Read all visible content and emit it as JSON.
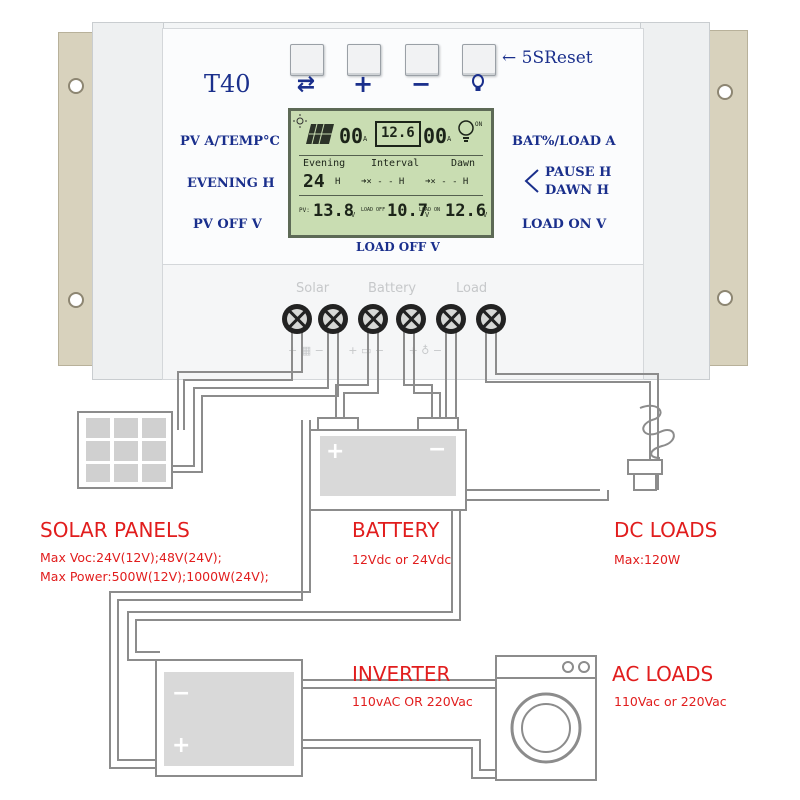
{
  "controller": {
    "model": "T40",
    "reset_hint": "← 5SReset",
    "buttons": [
      {
        "name": "mode",
        "symbol": "⇄"
      },
      {
        "name": "plus",
        "symbol": "+"
      },
      {
        "name": "minus",
        "symbol": "−"
      },
      {
        "name": "light",
        "symbol": "💡"
      }
    ],
    "left_labels": [
      "PV A/TEMP°C",
      "EVENING H",
      "PV OFF V"
    ],
    "right_labels": [
      "BAT%/LOAD A",
      "PAUSE H",
      "DAWN H",
      "LOAD ON V"
    ],
    "bottom_label": "LOAD OFF V",
    "lcd": {
      "row1": {
        "left": "00",
        "left_unit": "A",
        "center": "12.6",
        "right": "00",
        "right_unit": "A",
        "status": "ON"
      },
      "row2": {
        "c1": "Evening",
        "c2": "Interval",
        "c3": "Dawn"
      },
      "row3": {
        "c1": "24",
        "c1_unit": "H",
        "c2": "➜× - - H",
        "c3": "➜× - - H"
      },
      "row4": {
        "pv_label": "PV:",
        "pv": "13.8",
        "pv_unit": "V",
        "lo_label": "LOAD OFF",
        "lo": "10.7",
        "lo_unit": "V",
        "ln_label": "LOAD ON",
        "ln": "12.6",
        "ln_unit": "V"
      }
    },
    "terminal_groups": [
      "Solar",
      "Battery",
      "Load"
    ]
  },
  "captions": {
    "solar": {
      "title": "SOLAR PANELS",
      "lines": [
        "Max Voc:24V(12V);48V(24V);",
        "Max Power:500W(12V);1000W(24V);"
      ]
    },
    "battery": {
      "title": "BATTERY",
      "lines": [
        "12Vdc  or  24Vdc"
      ]
    },
    "dc_loads": {
      "title": "DC LOADS",
      "lines": [
        "Max:120W"
      ]
    },
    "inverter": {
      "title": "INVERTER",
      "lines": [
        "110vAC  OR  220Vac"
      ]
    },
    "ac_loads": {
      "title": "AC LOADS",
      "lines": [
        "110Vac  or  220Vac"
      ]
    }
  },
  "colors": {
    "caption_red": "#e11d1d",
    "label_blue": "#1a2f8c",
    "lcd_green": "#c9ddb2",
    "wire_gray": "#8c8c8c"
  },
  "icons": [
    "solar-panel-icon",
    "battery-icon",
    "bulb-icon",
    "inverter-icon",
    "washing-machine-icon"
  ]
}
